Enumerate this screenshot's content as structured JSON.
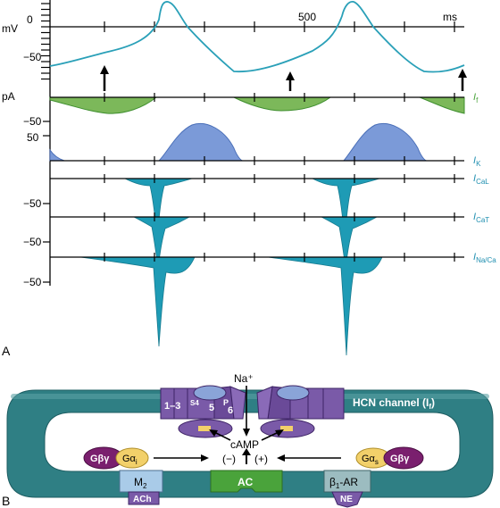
{
  "panel_a": {
    "letter": "A",
    "voltage": {
      "unit": "mV",
      "tick_zero": "0",
      "tick_neg50": "−50",
      "tick_500": "500",
      "time_unit": "ms"
    },
    "currents": [
      {
        "unit": "pA",
        "tick_label": "−50",
        "name": "I",
        "sub": "f",
        "color": "#4aa33b"
      },
      {
        "unit": "",
        "tick_label": "50",
        "name": "I",
        "sub": "K",
        "color": "#1f8fb0"
      },
      {
        "unit": "",
        "tick_label": "−50",
        "name": "I",
        "sub": "CaL",
        "color": "#1f8fb0"
      },
      {
        "unit": "",
        "tick_label": "−50",
        "name": "I",
        "sub": "CaT",
        "color": "#1f8fb0"
      },
      {
        "unit": "",
        "tick_label": "−50",
        "name": "I",
        "sub": "Na/Ca",
        "color": "#1f8fb0"
      }
    ],
    "colors": {
      "voltage_trace": "#2aa0b8",
      "If_fill": "#7cb85a",
      "IK_fill": "#7b9ad8",
      "ca_fill": "#1e9bb5"
    }
  },
  "panel_b": {
    "letter": "B",
    "channel_title": "HCN channel (I",
    "channel_sub": "f",
    "channel_close": ")",
    "na_ion": "Na⁺",
    "segments_left": "1–3",
    "seg_s4": "S4",
    "seg_5": "5",
    "seg_p": "P",
    "seg_6": "6",
    "camp": "cAMP",
    "minus": "(−)",
    "plus": "(+)",
    "gby_left": "Gβγ",
    "gai": "Gα",
    "gai_sub": "i",
    "gas": "Gα",
    "gas_sub": "s",
    "gby_right": "Gβγ",
    "m2": "M",
    "m2_sub": "2",
    "ach": "ACh",
    "ac": "AC",
    "b1ar": "β",
    "b1ar_sub": "1",
    "b1ar_rest": "-AR",
    "ne": "NE",
    "colors": {
      "membrane": "#2f7f84",
      "membrane_dark": "#1d5d62",
      "channel": "#7a5aa8",
      "channel_dark": "#4c2f7a",
      "ac_green": "#4aa33b",
      "g_purple": "#7a1f6e",
      "g_yellow": "#f2d06a"
    }
  }
}
